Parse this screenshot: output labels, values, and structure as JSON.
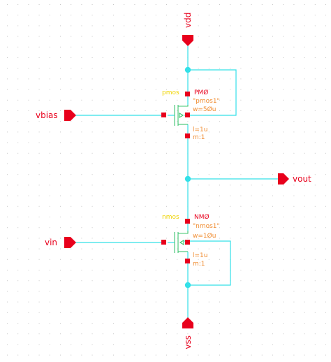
{
  "schematic": {
    "colors": {
      "background": "#ffffff",
      "grid_dot": "#c8c8c8",
      "wire": "#33e0e8",
      "pin": "#e8001c",
      "pin_label": "#e8001c",
      "device_symbol": "#3cc46e",
      "instance_name": "#e8001c",
      "property_text": "#f08c30",
      "device_type_text": "#f0d400"
    },
    "pins": {
      "vdd": "vdd",
      "vss": "vss",
      "vbias": "vbias",
      "vin": "vin",
      "vout": "vout"
    },
    "pmos": {
      "type_label": "pmos",
      "instance_name": "PMØ",
      "model": "\"pmos1\"",
      "width": "w=5Øu",
      "length": "l=1u",
      "multiplier": "m:1"
    },
    "nmos": {
      "type_label": "nmos",
      "instance_name": "NMØ",
      "model": "\"nmos1\"",
      "width": "w=1Øu",
      "length": "l=1u",
      "multiplier": "m:1"
    }
  }
}
